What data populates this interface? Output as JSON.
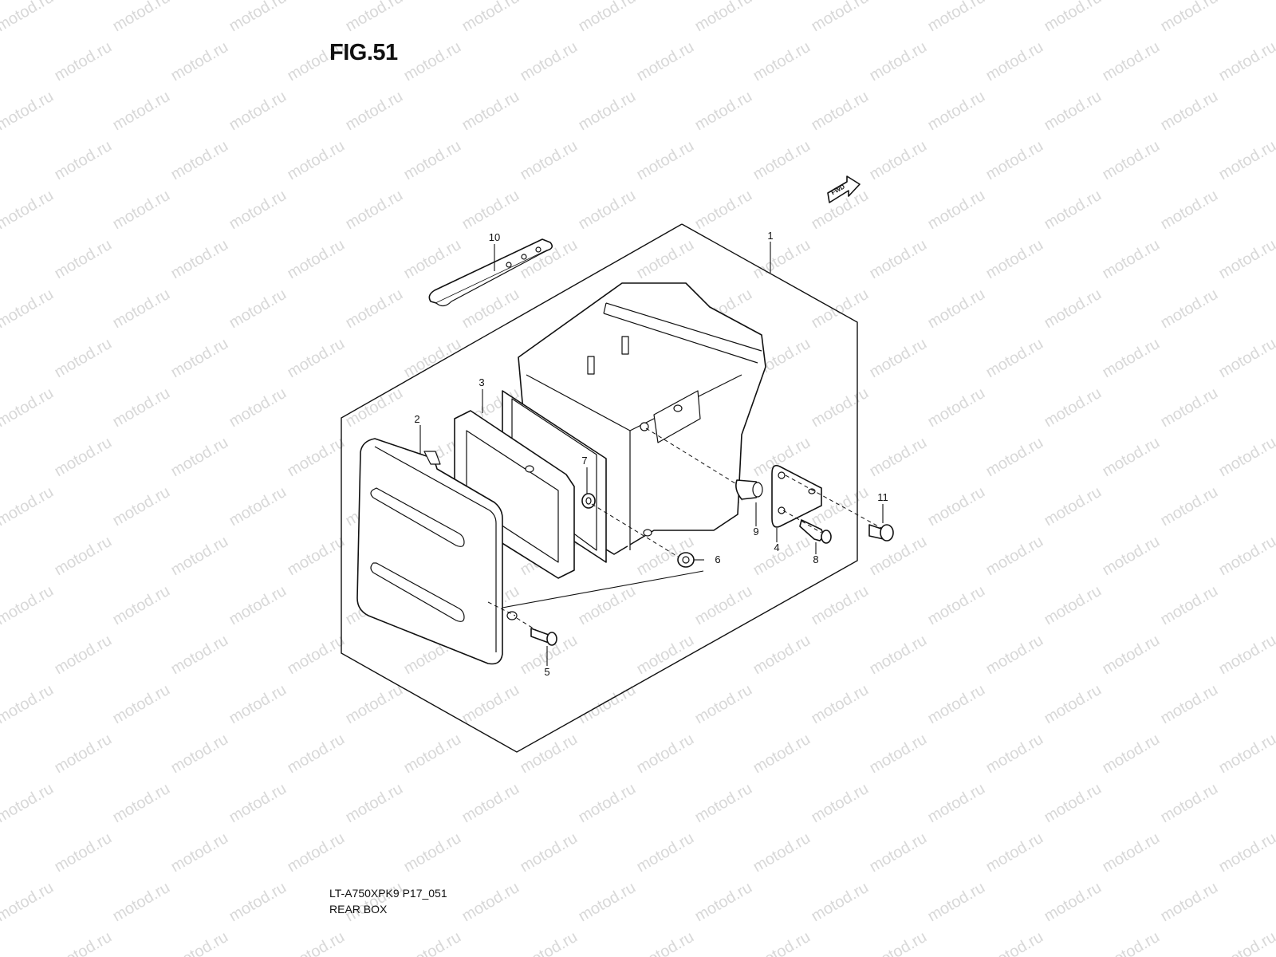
{
  "figure": {
    "title": "FIG.51",
    "model_code": "LT-A750XPK9 P17_051",
    "caption": "REAR BOX"
  },
  "watermark_text": "motod.ru",
  "fwd_label": "FWD",
  "callouts": [
    {
      "number": "1"
    },
    {
      "number": "2"
    },
    {
      "number": "3"
    },
    {
      "number": "4"
    },
    {
      "number": "5"
    },
    {
      "number": "6"
    },
    {
      "number": "7"
    },
    {
      "number": "8"
    },
    {
      "number": "9"
    },
    {
      "number": "10"
    },
    {
      "number": "11"
    }
  ]
}
